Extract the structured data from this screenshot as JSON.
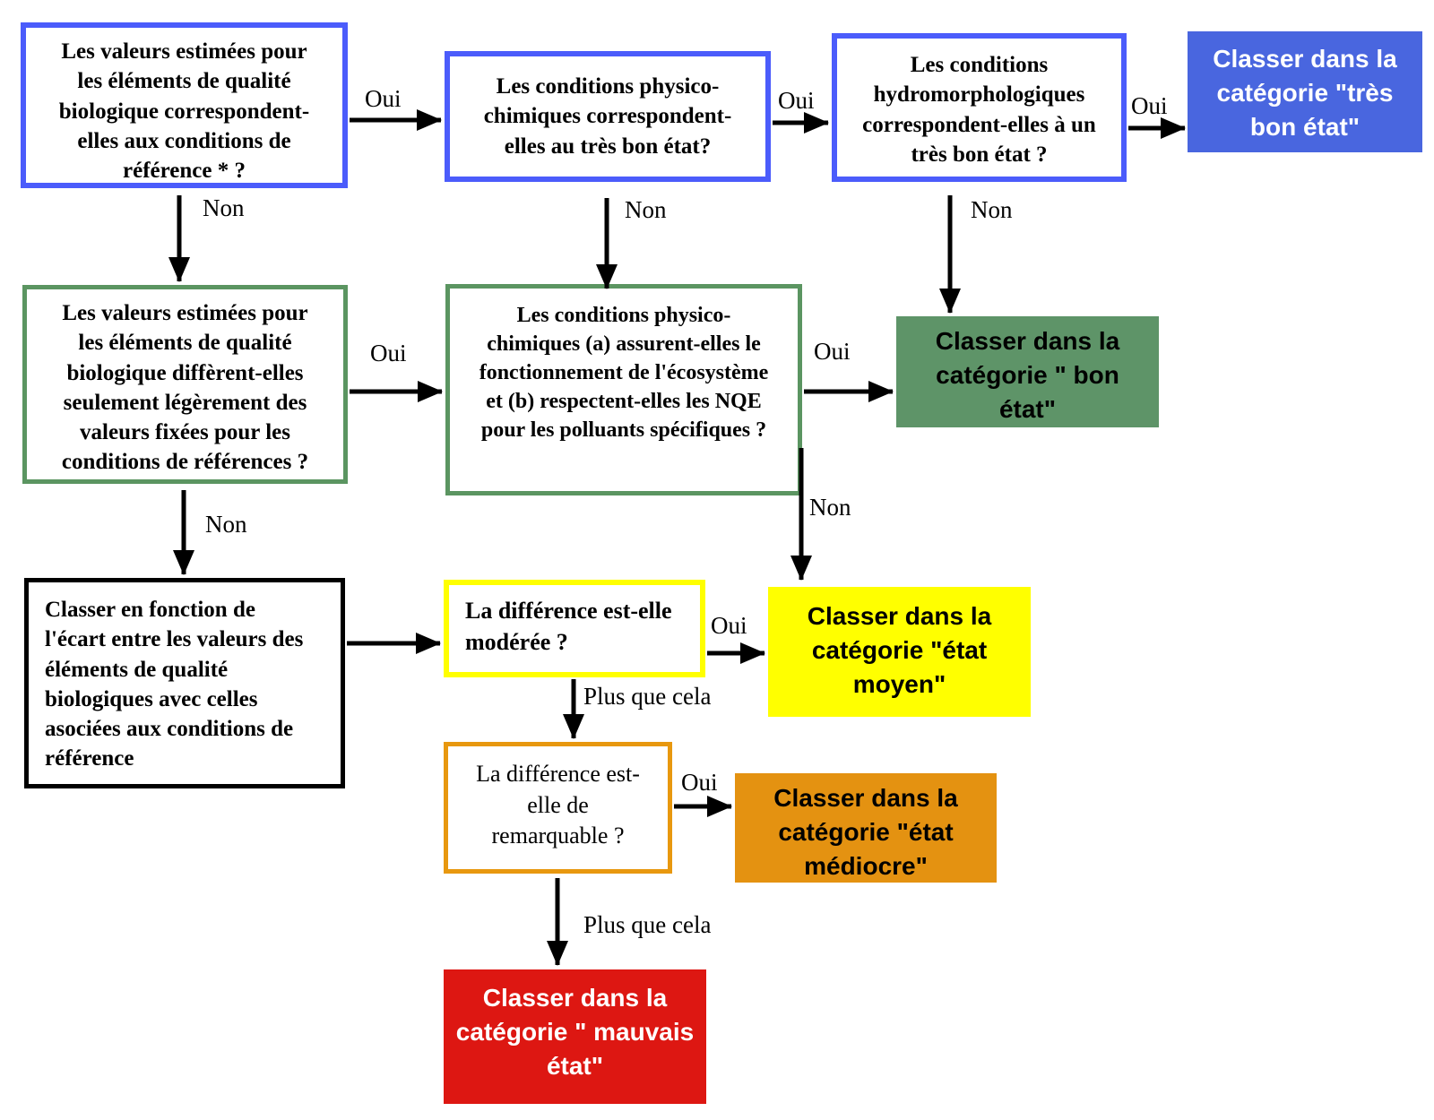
{
  "diagram_type": "flowchart-classification-eau",
  "colors": {
    "blueBorder": "#4b5cfb",
    "blueFill": "#4966df",
    "greenBorder": "#5b9561",
    "greenFill": "#5e9468",
    "yellow": "#ffff00",
    "orangeBorder": "#e8980f",
    "orangeFill": "#e49211",
    "redFill": "#dd1712",
    "arrow": "#000000"
  },
  "boxes": {
    "bio_reference": "Les valeurs estimées pour\nles éléments de qualité\nbiologique correspondent-\nelles aux conditions de\nréférence * ?",
    "physchem_tbe": "Les conditions physico-\nchimiques correspondent-\nelles au très bon état?",
    "hydromorph": "Les conditions\nhydromorphologiques\ncorrespondent-elles à un\ntrès bon état ?",
    "bio_slight": "Les valeurs estimées pour\nles éléments de qualité\nbiologique diffèrent-elles\nseulement légèrement des\nvaleurs fixées pour les\nconditions de références ?",
    "physchem_bon": "Les conditions physico-\nchimiques (a) assurent-elles le\nfonctionnement de l'écosystème\net (b) respectent-elles les NQE\npour les  polluants spécifiques ?",
    "classify_gap": "Classer en fonction de\nl'écart entre les valeurs des\néléments de qualité\nbiologiques avec celles\nasociées aux  conditions de\nréférence",
    "diff_moderate": "La différence est-elle\nmodérée ?",
    "diff_remarkable": "La différence est-\nelle de\nremarquable ?",
    "result_tres_bon": "Classer dans la\ncatégorie \"très\nbon état\"",
    "result_bon": "Classer dans la\ncatégorie \" bon\nétat\"",
    "result_moyen": "Classer dans la\ncatégorie \"état\nmoyen\"",
    "result_mediocre": "Classer dans la\ncatégorie \"état\nmédiocre\"",
    "result_mauvais": "Classer dans la\ncatégorie \" mauvais\nétat\""
  },
  "labels": {
    "oui": "Oui",
    "non": "Non",
    "plus_que_cela": "Plus que cela"
  }
}
